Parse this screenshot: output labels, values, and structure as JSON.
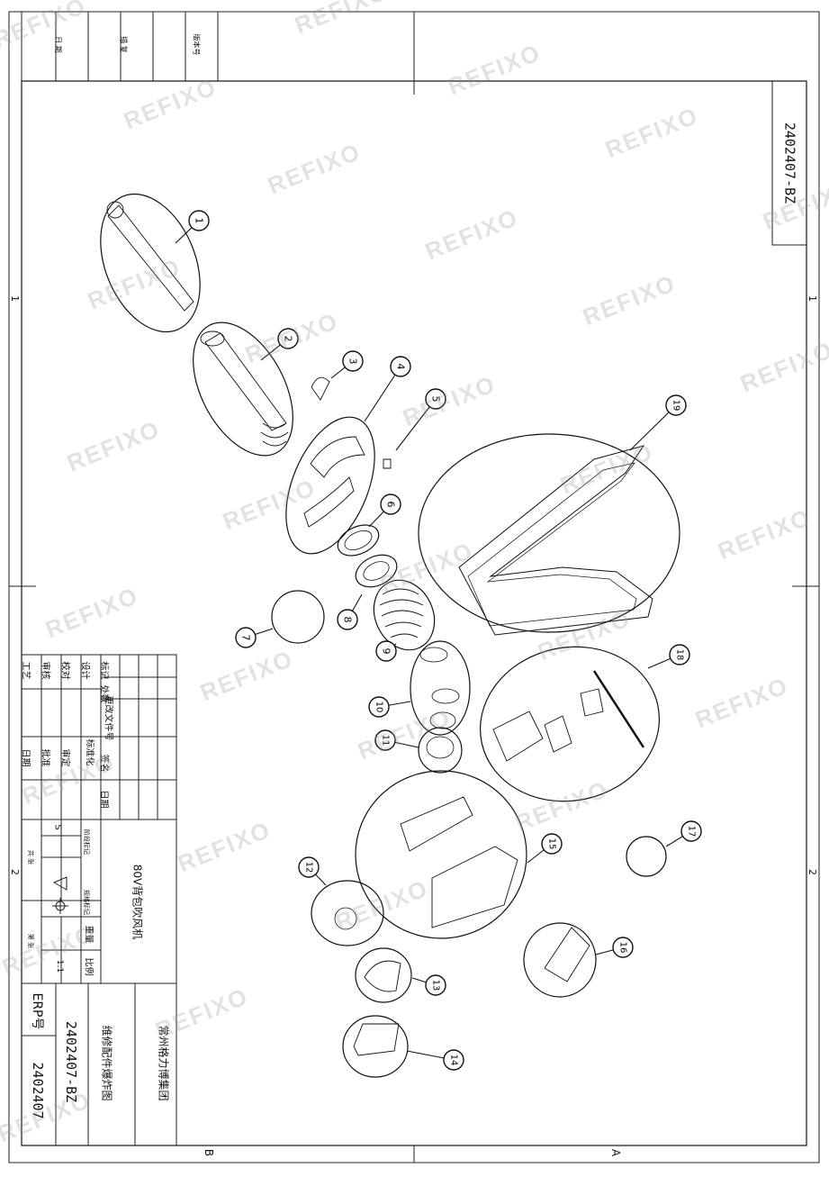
{
  "drawing": {
    "company": "常州格力博集团",
    "product_name": "80V背包吹风机",
    "drawing_title": "维修配件爆炸图",
    "drawing_number": "2402407-BZ",
    "erp_label": "ERP号",
    "erp_number": "2402407",
    "corner_code": "2402407-BZ",
    "scale_label": "比例",
    "scale_value": "1:1",
    "weight_label": "重量",
    "stage_label": "阶段标记",
    "stage_value": "S",
    "standard_mark_label": "规格标记",
    "sheets_total": "共 张",
    "sheet_no": "第 张"
  },
  "title_block_rows": {
    "marks": "标记",
    "count": "处数",
    "change_doc": "更改文件号",
    "sign": "签名",
    "date": "日期",
    "design": "设计",
    "check": "校对",
    "review": "审核",
    "process": "工艺",
    "standardize": "标准化",
    "approve_set": "审定",
    "approve": "批准",
    "date2": "日期"
  },
  "top_block": {
    "date": "日 期",
    "copy": "描 复",
    "version": "版本号"
  },
  "zone_labels": {
    "left_1": "1",
    "left_2": "2",
    "right_1": "1",
    "right_2": "2",
    "bottom_B": "B",
    "bottom_A": "A"
  },
  "watermark": "REFIXO",
  "balloons": [
    "1",
    "2",
    "3",
    "4",
    "5",
    "6",
    "7",
    "8",
    "9",
    "10",
    "11",
    "12",
    "13",
    "14",
    "15",
    "16",
    "17",
    "18",
    "19"
  ]
}
